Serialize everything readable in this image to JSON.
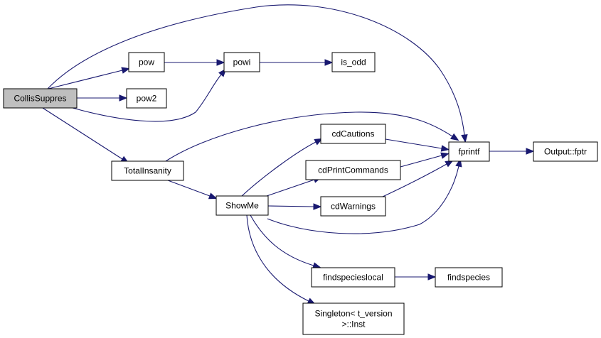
{
  "graph": {
    "type": "call-graph",
    "edge_color": "#191970",
    "root_fill": "#bfbfbf",
    "nodes": [
      {
        "id": "collis",
        "lines": [
          "CollisSuppres"
        ],
        "root": true
      },
      {
        "id": "pow",
        "lines": [
          "pow"
        ]
      },
      {
        "id": "pow2",
        "lines": [
          "pow2"
        ]
      },
      {
        "id": "powi",
        "lines": [
          "powi"
        ]
      },
      {
        "id": "isodd",
        "lines": [
          "is_odd"
        ]
      },
      {
        "id": "fprintf",
        "lines": [
          "fprintf"
        ]
      },
      {
        "id": "fptr",
        "lines": [
          "Output::fptr"
        ]
      },
      {
        "id": "totalinsanity",
        "lines": [
          "TotalInsanity"
        ]
      },
      {
        "id": "showme",
        "lines": [
          "ShowMe"
        ]
      },
      {
        "id": "cdcautions",
        "lines": [
          "cdCautions"
        ]
      },
      {
        "id": "cdprintcommands",
        "lines": [
          "cdPrintCommands"
        ]
      },
      {
        "id": "cdwarnings",
        "lines": [
          "cdWarnings"
        ]
      },
      {
        "id": "findspecieslocal",
        "lines": [
          "findspecieslocal"
        ]
      },
      {
        "id": "findspecies",
        "lines": [
          "findspecies"
        ]
      },
      {
        "id": "singleton",
        "lines": [
          "Singleton< t_version",
          ">::Inst"
        ]
      }
    ],
    "edges": [
      {
        "from": "collis",
        "to": "pow"
      },
      {
        "from": "collis",
        "to": "pow2"
      },
      {
        "from": "collis",
        "to": "powi"
      },
      {
        "from": "collis",
        "to": "fprintf"
      },
      {
        "from": "collis",
        "to": "totalinsanity"
      },
      {
        "from": "pow",
        "to": "powi"
      },
      {
        "from": "powi",
        "to": "isodd"
      },
      {
        "from": "fprintf",
        "to": "fptr"
      },
      {
        "from": "totalinsanity",
        "to": "fprintf"
      },
      {
        "from": "totalinsanity",
        "to": "showme"
      },
      {
        "from": "showme",
        "to": "cdcautions"
      },
      {
        "from": "showme",
        "to": "cdprintcommands"
      },
      {
        "from": "showme",
        "to": "cdwarnings"
      },
      {
        "from": "showme",
        "to": "fprintf"
      },
      {
        "from": "showme",
        "to": "findspecieslocal"
      },
      {
        "from": "showme",
        "to": "singleton"
      },
      {
        "from": "cdcautions",
        "to": "fprintf"
      },
      {
        "from": "cdprintcommands",
        "to": "fprintf"
      },
      {
        "from": "cdwarnings",
        "to": "fprintf"
      },
      {
        "from": "findspecieslocal",
        "to": "findspecies"
      }
    ]
  }
}
